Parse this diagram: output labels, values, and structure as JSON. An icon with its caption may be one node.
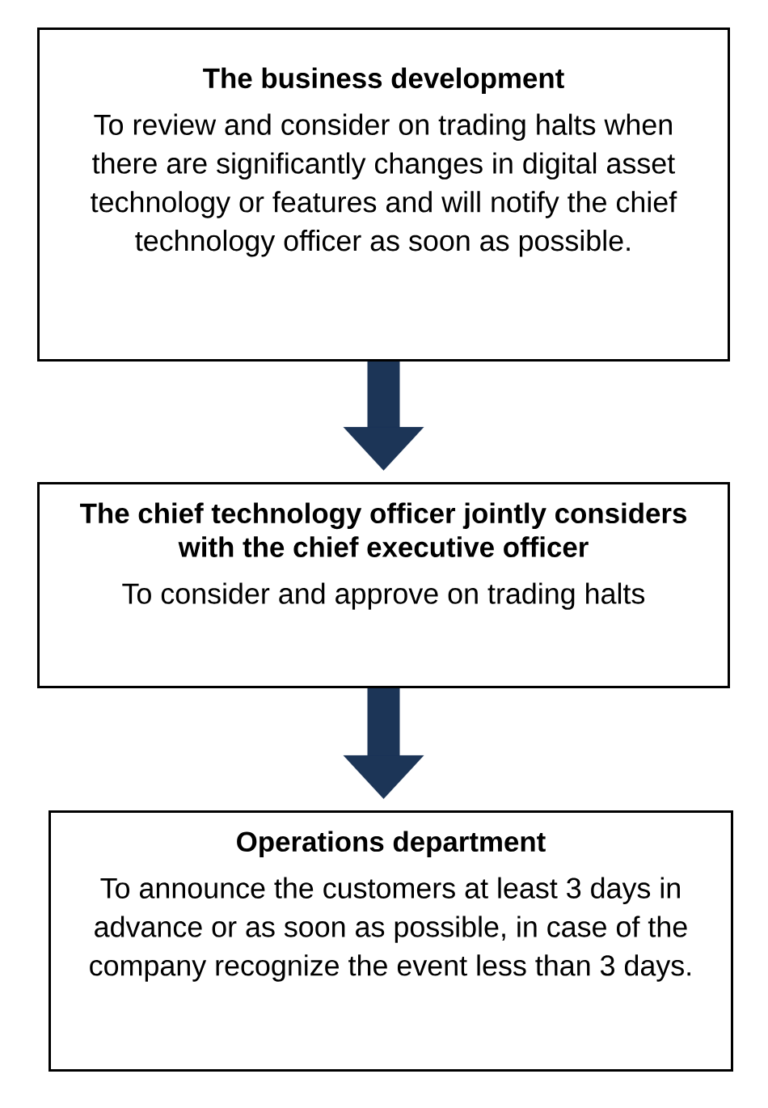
{
  "diagram": {
    "nodes": [
      {
        "text": [
          "The business development",
          "To review and consider on trading halts when there are significantly changes in digital asset technology or features and will notify the chief technology officer as soon as possible."
        ]
      },
      {
        "text": [
          "The chief technology officer jointly considers with the chief executive officer",
          "To consider and approve on trading halts"
        ]
      },
      {
        "text": [
          "Operations department",
          "To announce the customers at least 3 days in advance or as soon as possible, in case of the company recognize the event less than 3 days."
        ]
      }
    ],
    "edges": [
      {
        "from": 0,
        "to": 1,
        "arrow": "to"
      },
      {
        "from": 1,
        "to": 2,
        "arrow": "to"
      }
    ]
  }
}
